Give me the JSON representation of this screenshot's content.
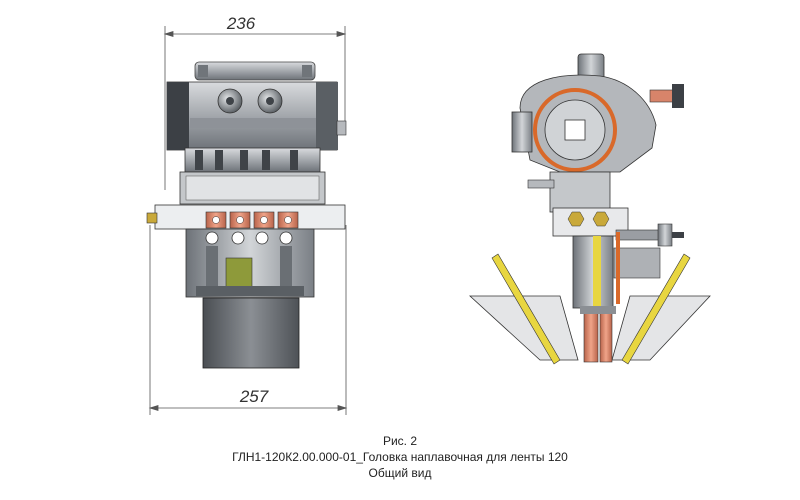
{
  "dimensions": {
    "top_width": "236",
    "bottom_width": "257"
  },
  "caption": {
    "figure_number": "Рис. 2",
    "title": "ГЛН1-120К2.00.000-01_Головка наплавочная для ленты 120",
    "view_name": "Общий вид"
  },
  "colors": {
    "steel": "#a8abb0",
    "dark_steel": "#555a60",
    "copper": "#d8846a",
    "brass": "#c9a93a",
    "yellow_blade": "#e8d640",
    "orange_ring": "#d9692a",
    "green_part": "#8e9a3a"
  }
}
